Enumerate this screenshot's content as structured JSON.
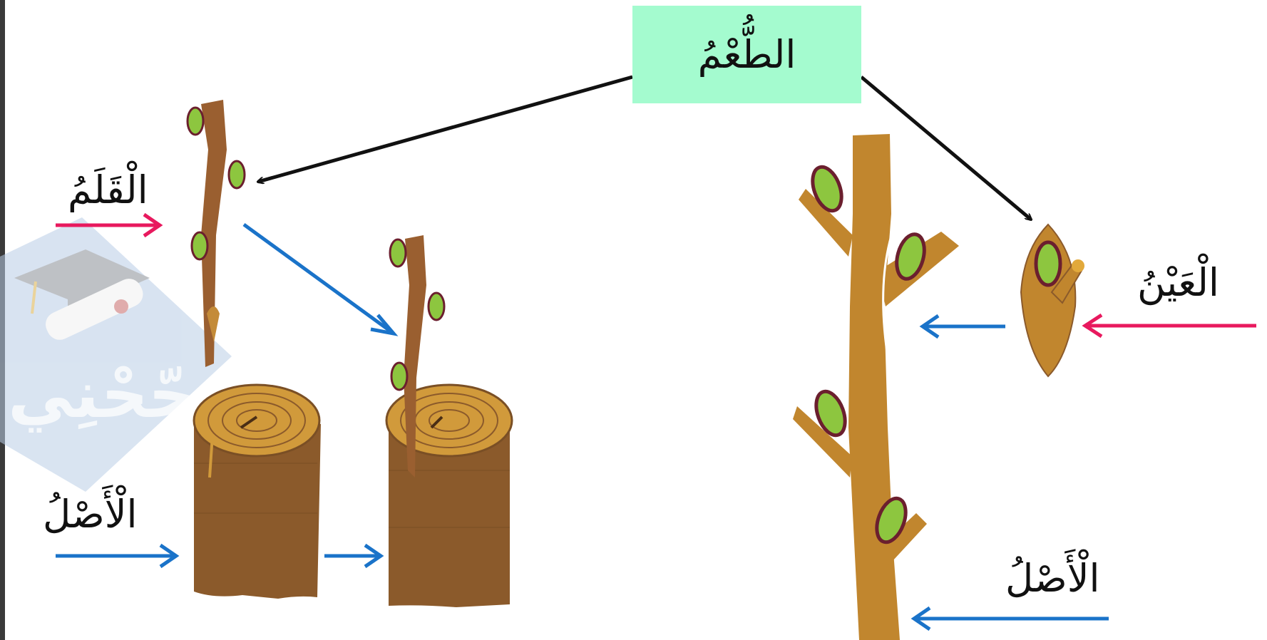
{
  "title": "الطُّعْمُ",
  "labels": {
    "scion": "الْقَلَمُ",
    "rootstock_left": "الْأَصْلُ",
    "bud": "الْعَيْنُ",
    "rootstock_right": "الْأَصْلُ"
  },
  "watermark": "نجّحْنِي",
  "colors": {
    "title_box": "#a4fbcf",
    "arrow_black": "#111111",
    "arrow_blue": "#1a73c9",
    "arrow_pink": "#e8195e",
    "wood_dark": "#8b5a2b",
    "wood_light": "#c1862e",
    "leaf": "#8dc63f",
    "bud_base": "#6b1f2e"
  }
}
